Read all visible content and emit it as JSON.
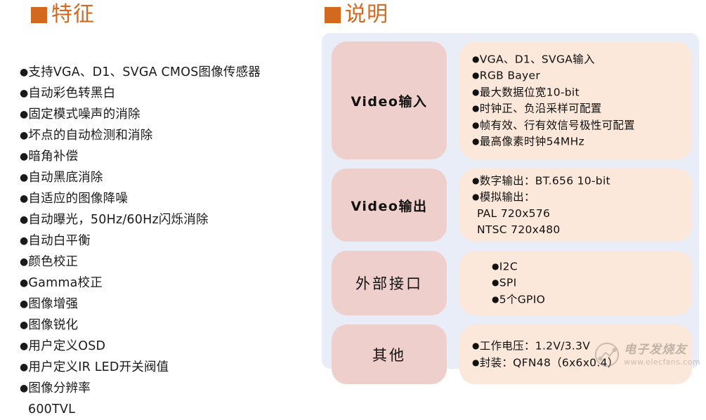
{
  "headings": {
    "features": "特征",
    "description": "说明",
    "marker_color": "#D2691E"
  },
  "features": {
    "items": [
      "支持VGA、D1、SVGA CMOS图像传感器",
      "自动彩色转黑白",
      "固定模式噪声的消除",
      "坏点的自动检测和消除",
      "暗角补偿",
      "自动黑底消除",
      "自适应的图像降噪",
      "自动曝光，50Hz/60Hz闪烁消除",
      "自动白平衡",
      "颜色校正",
      "Gamma校正",
      "图像增强",
      "图像锐化",
      "用户定义OSD",
      "用户定义IR LED开关阀值",
      "图像分辨率"
    ],
    "trailing_line": "600TVL",
    "bullet": "●"
  },
  "spec_table": {
    "bullet": "●",
    "label_color": "#EFCFCB",
    "content_color": "#FBE8DB",
    "panel_color": "#E8EDF7",
    "rows": [
      {
        "label": "Video输入",
        "lines": [
          {
            "text": "VGA、D1、SVGA输入",
            "bulleted": true
          },
          {
            "text": "RGB Bayer",
            "bulleted": true
          },
          {
            "text": "最大数据位宽10-bit",
            "bulleted": true
          },
          {
            "text": "时钟正、负沿采样可配置",
            "bulleted": true
          },
          {
            "text": "帧有效、行有效信号极性可配置",
            "bulleted": true
          },
          {
            "text": "最高像素时钟54MHz",
            "bulleted": true
          }
        ]
      },
      {
        "label": "Video输出",
        "lines": [
          {
            "text": "数字输出：BT.656 10-bit",
            "bulleted": true
          },
          {
            "text": "模拟输出：",
            "bulleted": true
          },
          {
            "text": "PAL  720x576",
            "bulleted": false
          },
          {
            "text": "NTSC 720x480",
            "bulleted": false
          }
        ]
      },
      {
        "label": "外部接口",
        "lines": [
          {
            "text": "I2C",
            "bulleted": true
          },
          {
            "text": "SPI",
            "bulleted": true
          },
          {
            "text": "5个GPIO",
            "bulleted": true
          }
        ]
      },
      {
        "label": "其他",
        "lines": [
          {
            "text": "工作电压：1.2V/3.3V",
            "bulleted": true
          },
          {
            "text": "封装：QFN48（6x6x0.4）",
            "bulleted": true
          }
        ]
      }
    ]
  },
  "watermark": {
    "cn": "电子发烧友",
    "url": "www.elecfans.com"
  }
}
